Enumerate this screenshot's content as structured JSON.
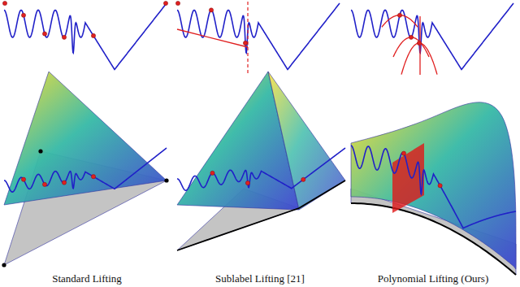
{
  "diagram": {
    "labels": [
      "Standard Lifting",
      "Sublabel Lifting [21]",
      "Polynomial Lifting (Ours)"
    ]
  }
}
